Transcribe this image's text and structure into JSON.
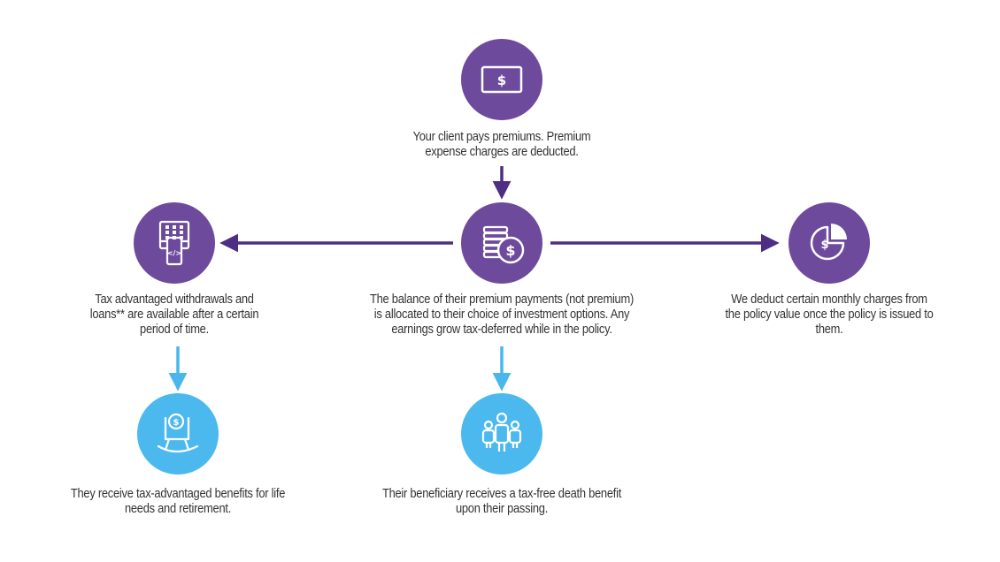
{
  "colors": {
    "primary": "#6e4a9d",
    "secondary": "#4cb9ee",
    "arrow_primary": "#4e2d84",
    "arrow_secondary": "#49b6ec",
    "text": "#333333"
  },
  "nodes": {
    "premium": {
      "icon": "dollar-bill-icon",
      "text": "Your client pays premiums. Premium expense charges are deducted."
    },
    "balance": {
      "icon": "coins-dollar-icon",
      "text": "The balance of their premium payments (not premium) is allocated to their choice of investment options. Any earnings grow tax-deferred while in the policy."
    },
    "withdrawals": {
      "icon": "atm-withdrawal-icon",
      "text": "Tax advantaged withdrawals and loans** are available after a certain period of time."
    },
    "charges": {
      "icon": "pie-chart-dollar-icon",
      "text": "We deduct certain monthly charges from the policy value once the policy is issued to them."
    },
    "retirement": {
      "icon": "rocking-chair-icon",
      "text": "They receive tax-advantaged benefits for life needs and retirement."
    },
    "beneficiary": {
      "icon": "family-icon",
      "text": "Their beneficiary receives a tax-free death benefit upon their passing."
    }
  }
}
